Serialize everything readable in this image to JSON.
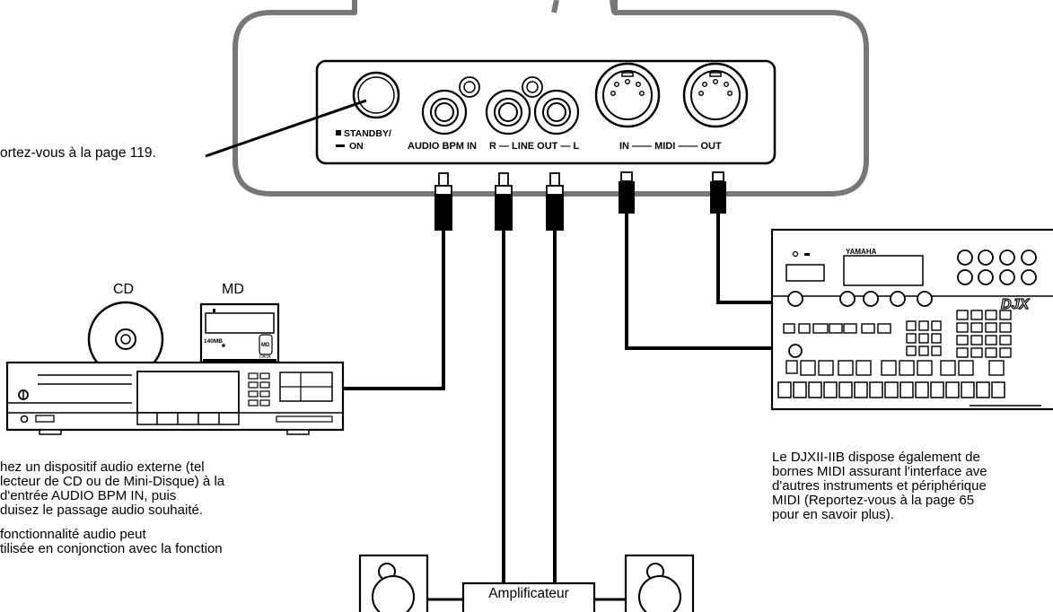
{
  "panel": {
    "standby_line1": "STANDBY/",
    "standby_line2": "ON",
    "audio_bpm_in": "AUDIO BPM IN",
    "line_out": "R — LINE OUT — L",
    "midi": "IN —— MIDI —— OUT"
  },
  "callout_power": "ortez-vous à la page 119.",
  "media": {
    "cd": "CD",
    "md": "MD",
    "md_capacity": "140MB",
    "md_logo": "MD",
    "md_data": "DATA"
  },
  "device": {
    "brand": "YAMAHA",
    "logo": "DJX"
  },
  "amplifier": "Amplificateur",
  "left_text": {
    "lines": [
      "hez un dispositif audio externe (tel",
      "lecteur de CD ou de Mini-Disque) à la",
      "d'entrée AUDIO BPM IN, puis",
      "duisez le passage audio souhaité.",
      "fonctionnalité audio peut",
      "tilisée en conjonction avec la fonction"
    ]
  },
  "right_text": {
    "lines": [
      "Le DJXII-IIB dispose également de",
      "bornes MIDI assurant l'interface ave",
      "d'autres instruments et périphérique",
      "MIDI (Reportez-vous à la page 65",
      "pour en savoir plus)."
    ]
  }
}
